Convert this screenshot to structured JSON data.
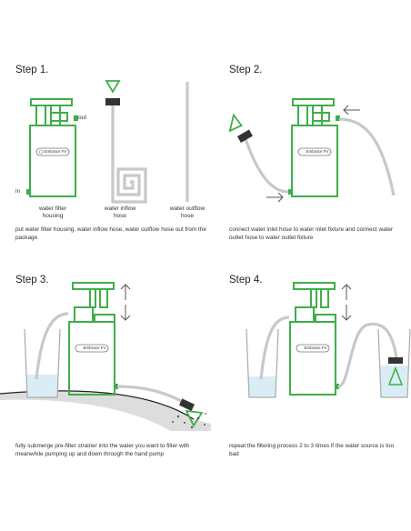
{
  "colors": {
    "green": "#3fae49",
    "hose": "#c8c8c8",
    "dark": "#333333",
    "water": "#d9eef4",
    "ground": "#dddddd"
  },
  "step1": {
    "title": "Step 1.",
    "label_out": "out",
    "label_in": "in",
    "brand": "Embrace FV",
    "label_housing": "water filter housing",
    "label_inflow": "water inflow hose",
    "label_outflow": "water outflow hose",
    "caption": "put water filter housing, water inflow hose, water outflow hose out from the package"
  },
  "step2": {
    "title": "Step 2.",
    "brand": "Embrace FV",
    "caption": "connect water inlet hose to water inlet fixture and connect water outlet hose to water outlet fixture"
  },
  "step3": {
    "title": "Step 3.",
    "brand": "Embrace FV",
    "caption": "fully submerge pre-filter strainer into the water you want to filter with meanwhile pumping up and down through the hand pump"
  },
  "step4": {
    "title": "Step 4.",
    "brand": "Embrace FV",
    "caption": "repeat the filtering process 2 to 3 times if the water source is too bad"
  }
}
